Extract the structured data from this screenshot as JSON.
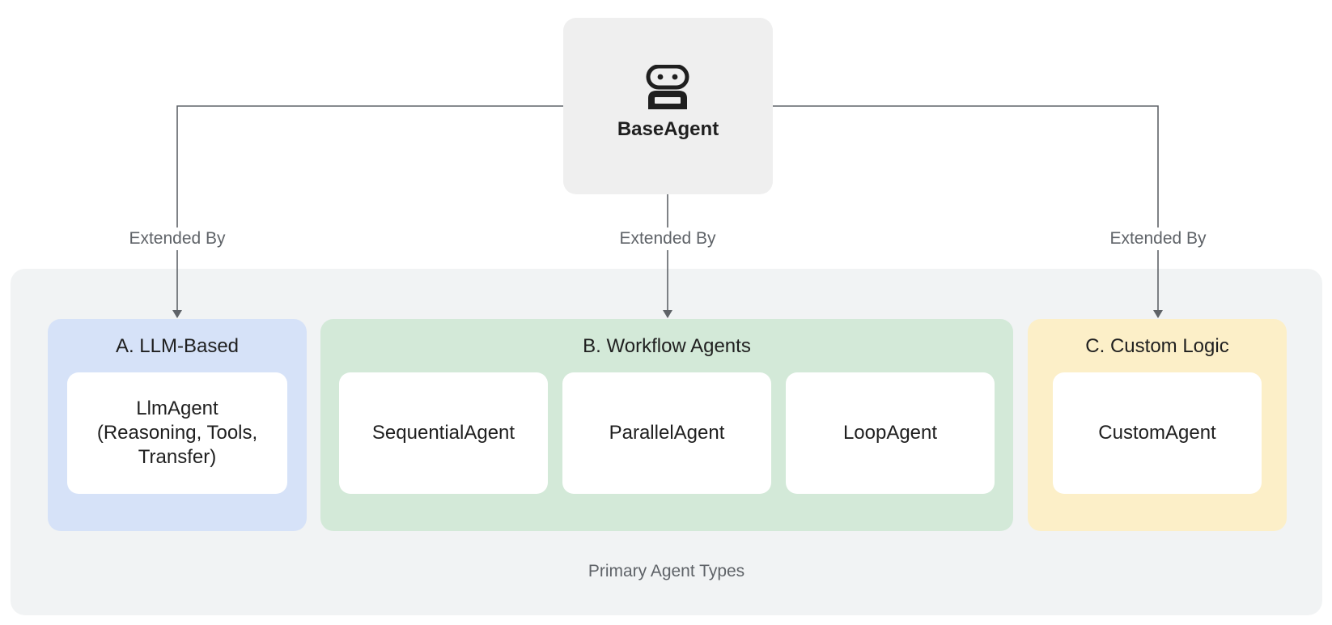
{
  "root": {
    "label": "BaseAgent",
    "icon": "robot-icon"
  },
  "edges": [
    {
      "label": "Extended By"
    },
    {
      "label": "Extended By"
    },
    {
      "label": "Extended By"
    }
  ],
  "container": {
    "label": "Primary Agent Types"
  },
  "groups": [
    {
      "title": "A. LLM-Based",
      "items": [
        "LlmAgent\n(Reasoning, Tools,\nTransfer)"
      ]
    },
    {
      "title": "B. Workflow Agents",
      "items": [
        "SequentialAgent",
        "ParallelAgent",
        "LoopAgent"
      ]
    },
    {
      "title": "C. Custom Logic",
      "items": [
        "CustomAgent"
      ]
    }
  ],
  "colors": {
    "root_fill": "#efefef",
    "container_fill": "#f1f3f4",
    "group_a_fill": "#d6e2f8",
    "group_b_fill": "#d3e9d8",
    "group_c_fill": "#fcefc8",
    "card_fill": "#ffffff",
    "connector": "#5f6368"
  }
}
